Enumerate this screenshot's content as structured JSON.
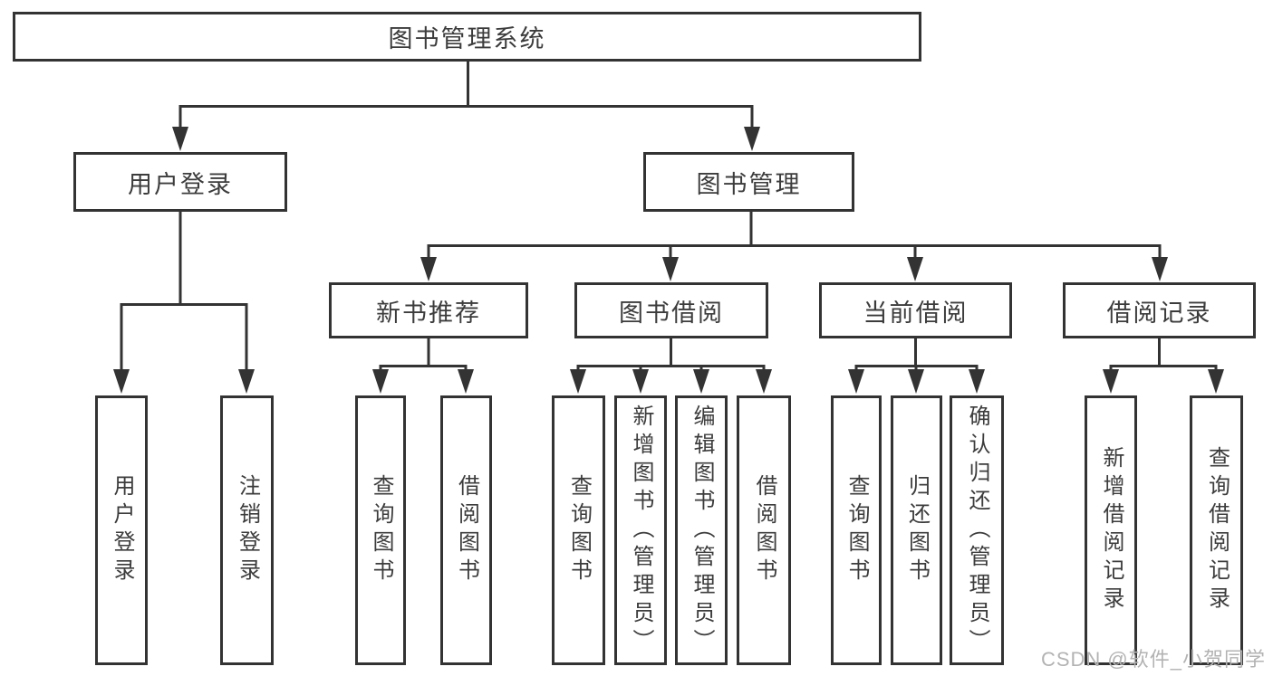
{
  "watermark": "CSDN @软件_小贺同学",
  "colors": {
    "line": "#333333",
    "text": "#3c3c3c",
    "box_fill": "#ffffff",
    "watermark": "#b3b3b3"
  },
  "diagram": {
    "type": "feature-tree",
    "tree": {
      "label": "图书管理系统",
      "children": [
        {
          "label": "用户登录",
          "children": [
            {
              "label": "用户登录"
            },
            {
              "label": "注销登录"
            }
          ]
        },
        {
          "label": "图书管理",
          "children": [
            {
              "label": "新书推荐",
              "children": [
                {
                  "label": "查询图书"
                },
                {
                  "label": "借阅图书"
                }
              ]
            },
            {
              "label": "图书借阅",
              "children": [
                {
                  "label": "查询图书"
                },
                {
                  "label": "新增图书（管理员）"
                },
                {
                  "label": "编辑图书（管理员）"
                },
                {
                  "label": "借阅图书"
                }
              ]
            },
            {
              "label": "当前借阅",
              "children": [
                {
                  "label": "查询图书"
                },
                {
                  "label": "归还图书"
                },
                {
                  "label": "确认归还（管理员）"
                }
              ]
            },
            {
              "label": "借阅记录",
              "children": [
                {
                  "label": "新增借阅记录"
                },
                {
                  "label": "查询借阅记录"
                }
              ]
            }
          ]
        }
      ]
    }
  }
}
